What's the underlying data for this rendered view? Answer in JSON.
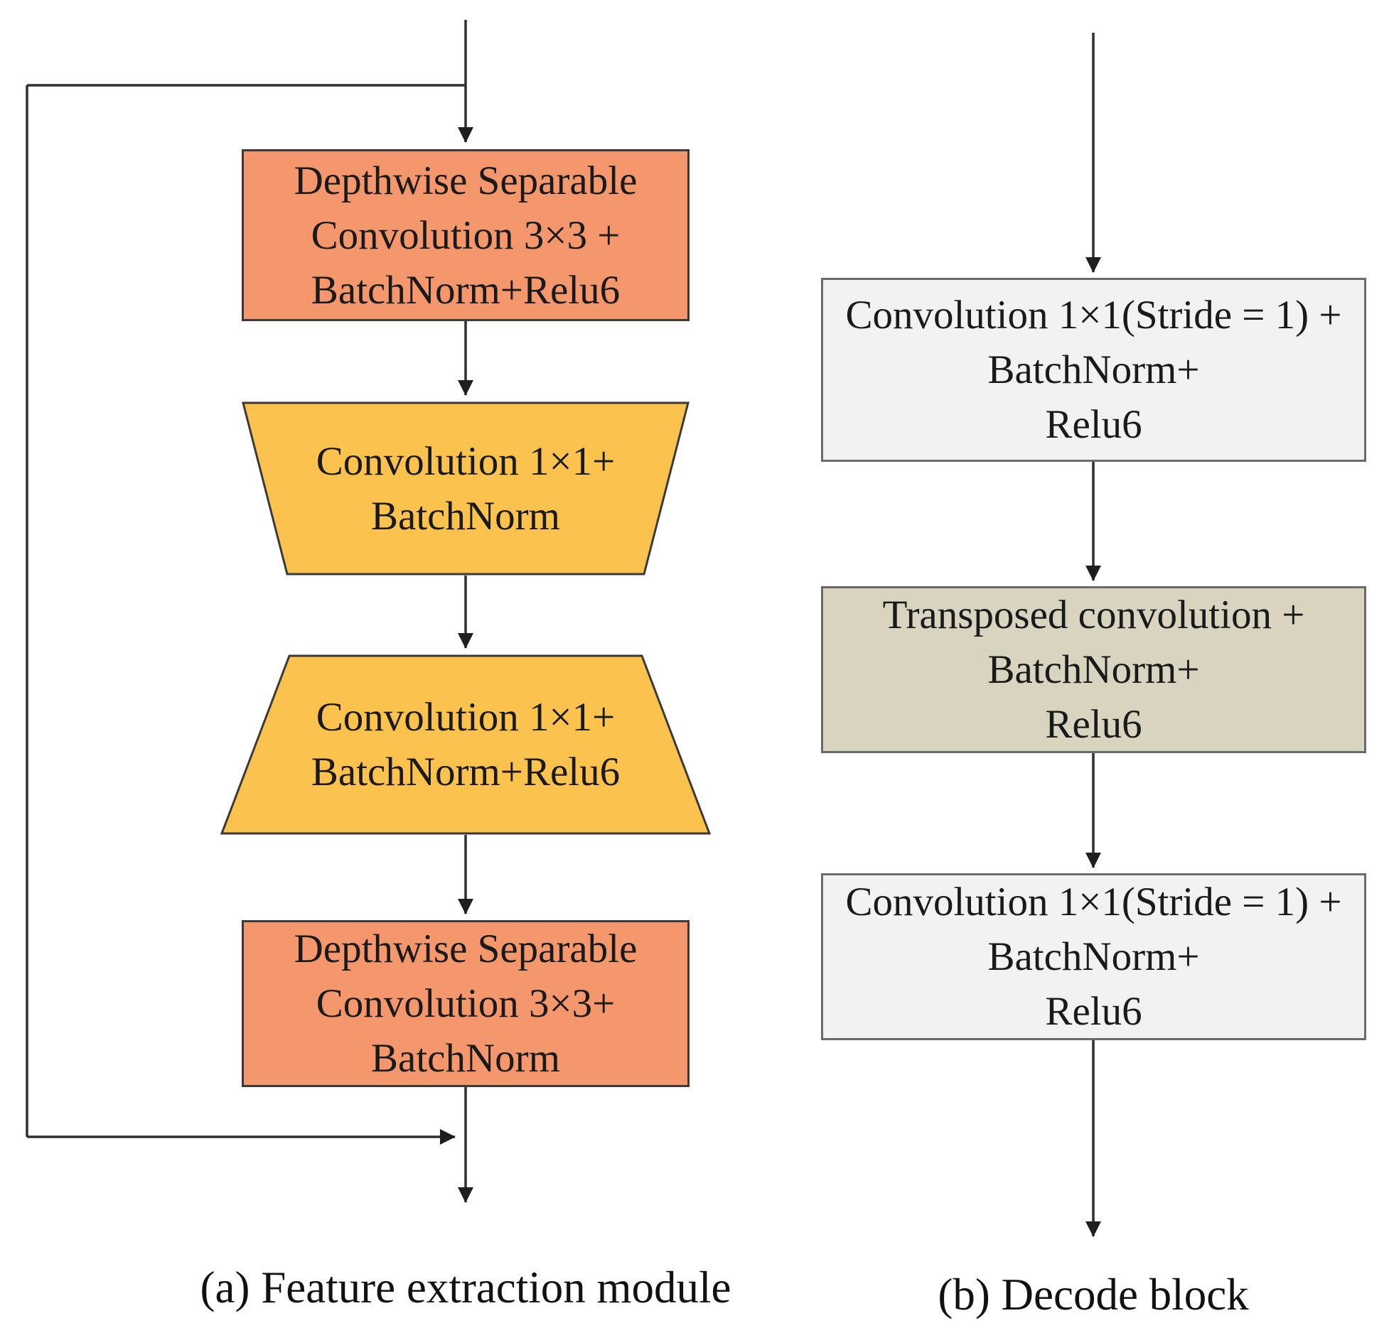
{
  "figure": {
    "type": "flow-diagram",
    "panels": 2
  },
  "colors": {
    "node_orange": "#F5976C",
    "node_yellow": "#FBC24D",
    "node_gray": "#F2F2F2",
    "node_tan": "#D8D4BF",
    "line": "#2F2F2F",
    "border_dark": "#3A3A3A",
    "border_gray": "#6A6A6A",
    "text": "#1A1A1A",
    "background": "#FFFFFF"
  },
  "diagram_a": {
    "caption": "(a) Feature extraction module",
    "skip_connection": "input branches left and rejoins the output line before the final arrow",
    "nodes": [
      {
        "shape": "rectangle",
        "fill": "node_orange",
        "lines": [
          "Depthwise Separable",
          "Convolution 3×3 +",
          "BatchNorm+Relu6"
        ]
      },
      {
        "shape": "trapezoid-narrowing-down",
        "fill": "node_yellow",
        "lines": [
          "Convolution 1×1+",
          "BatchNorm"
        ]
      },
      {
        "shape": "trapezoid-widening-down",
        "fill": "node_yellow",
        "lines": [
          "Convolution 1×1+",
          "BatchNorm+Relu6"
        ]
      },
      {
        "shape": "rectangle",
        "fill": "node_orange",
        "lines": [
          "Depthwise Separable",
          "Convolution 3×3+",
          "BatchNorm"
        ]
      }
    ]
  },
  "diagram_b": {
    "caption": "(b) Decode block",
    "nodes": [
      {
        "shape": "rectangle",
        "fill": "node_gray",
        "lines": [
          "Convolution 1×1(Stride = 1) +",
          "BatchNorm+",
          "Relu6"
        ]
      },
      {
        "shape": "rectangle",
        "fill": "node_tan",
        "lines": [
          "Transposed convolution +",
          "BatchNorm+",
          "Relu6"
        ]
      },
      {
        "shape": "rectangle",
        "fill": "node_gray",
        "lines": [
          "Convolution 1×1(Stride = 1) +",
          "BatchNorm+",
          "Relu6"
        ]
      }
    ]
  }
}
